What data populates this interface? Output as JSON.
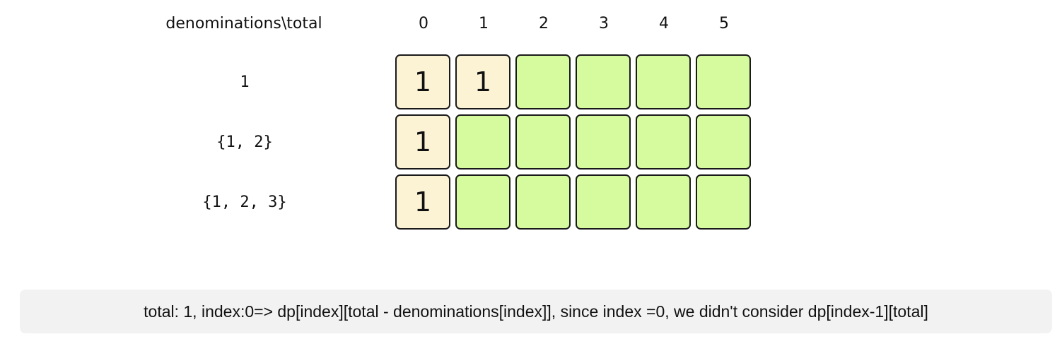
{
  "header": {
    "corner_label": "denominations\\total",
    "columns": [
      "0",
      "1",
      "2",
      "3",
      "4",
      "5"
    ]
  },
  "rows": [
    {
      "label": "1",
      "cells": [
        "1",
        "1",
        "",
        "",
        "",
        ""
      ]
    },
    {
      "label": "{1, 2}",
      "cells": [
        "1",
        "",
        "",
        "",
        "",
        ""
      ]
    },
    {
      "label": "{1, 2, 3}",
      "cells": [
        "1",
        "",
        "",
        "",
        "",
        ""
      ]
    }
  ],
  "colors": {
    "filled_cell": "#fcf2d4",
    "empty_cell": "#d6fa9e",
    "cell_border": "#1a1a1a",
    "caption_background": "#f2f2f2"
  },
  "caption": "total: 1, index:0=> dp[index][total - denominations[index]], since index =0, we didn't consider dp[index-1][total]"
}
